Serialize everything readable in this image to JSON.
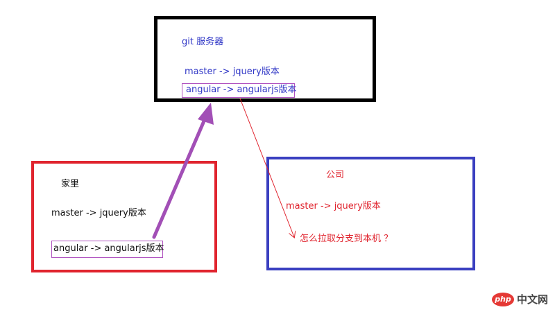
{
  "server": {
    "title": "git 服务器",
    "branch_master": "master -> jquery版本",
    "branch_angular": "angular -> angularjs版本"
  },
  "home": {
    "title": "家里",
    "branch_master": "master  -> jquery版本",
    "branch_angular": "angular  ->  angularjs版本"
  },
  "company": {
    "title": "公司",
    "branch_master": "master  -> jquery版本",
    "question": "怎么拉取分支到本机 ？"
  },
  "colors": {
    "server_border": "#000000",
    "home_border": "#e0242e",
    "company_border": "#3a3fc0",
    "push_arrow": "#a24fb6",
    "pull_arrow": "#e0242e"
  },
  "watermark": {
    "logo": "php",
    "text": "中文网"
  }
}
